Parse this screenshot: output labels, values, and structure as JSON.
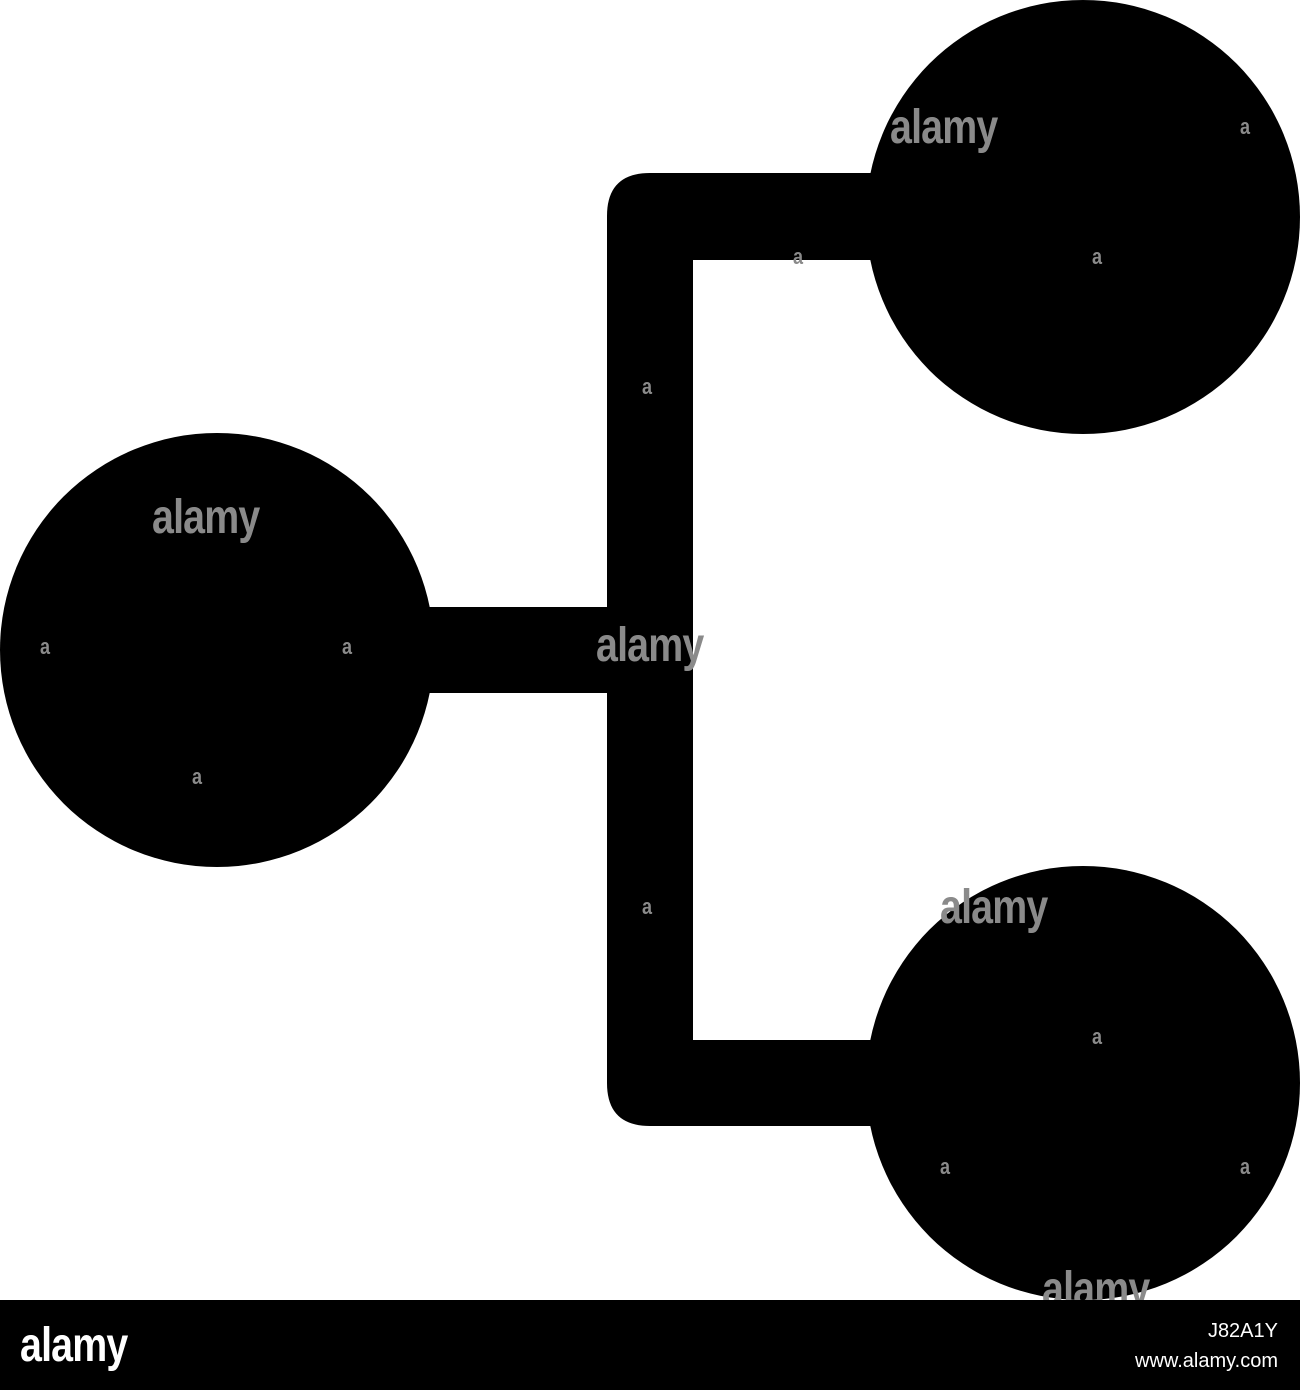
{
  "diagram": {
    "icon": "hierarchy-tree-icon",
    "color": "#000000"
  },
  "watermark": {
    "text": "alamy",
    "letter": "a",
    "color": "#8a8a8a"
  },
  "footer": {
    "logo": "alamy",
    "image_id": "J82A1Y",
    "url": "www.alamy.com",
    "background": "#000000"
  }
}
